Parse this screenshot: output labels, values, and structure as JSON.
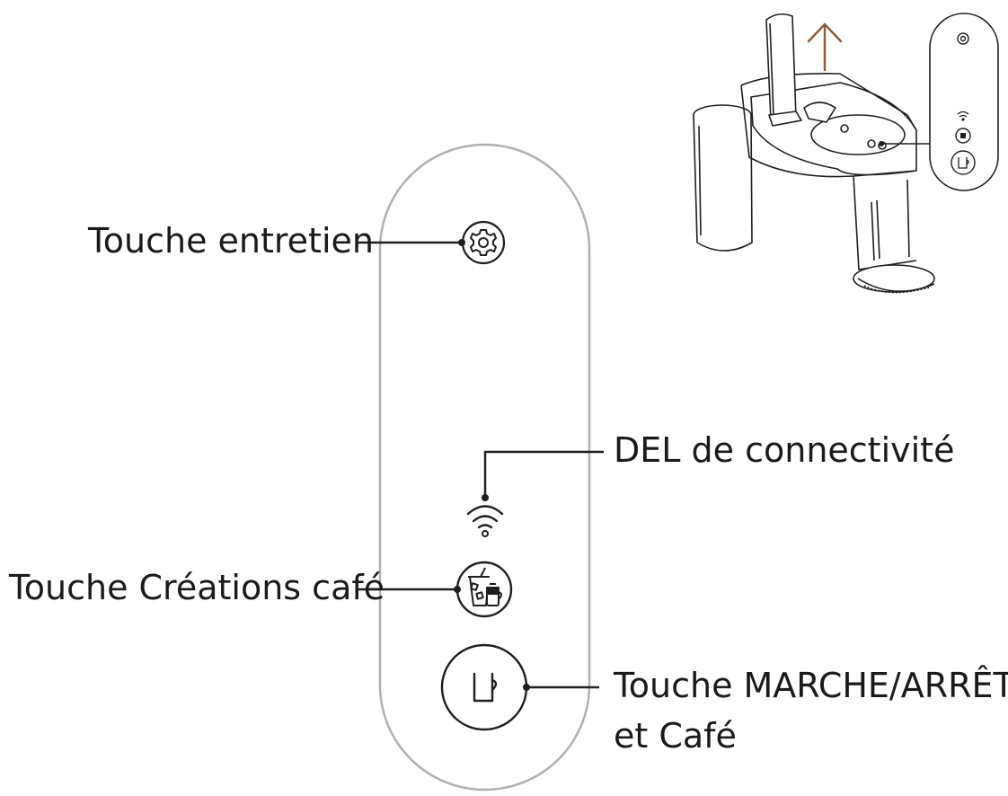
{
  "labels": {
    "maintenance": "Touche entretien",
    "connectivity": "DEL de connectivité",
    "creations": "Touche Créations café",
    "power_line1": "Touche MARCHE/ARRÊT",
    "power_line2": "et Café"
  },
  "icons": {
    "maintenance": "gear-icon",
    "connectivity": "wifi-icon",
    "creations": "iced-coffee-cup-icon",
    "power": "mug-icon",
    "lid_arrow": "arrow-up-icon"
  },
  "colors": {
    "panel_outline": "#b0b0b0",
    "line": "#1f1f1f",
    "arrow": "#8a5a3c"
  }
}
